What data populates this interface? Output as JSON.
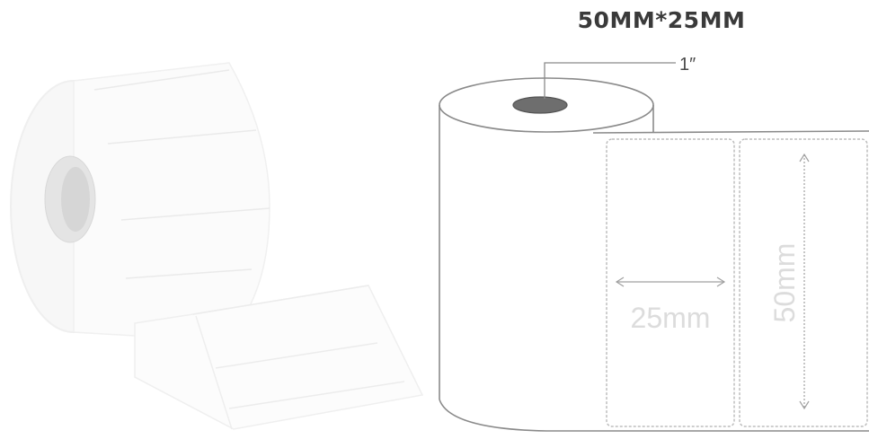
{
  "title": "50MM*25MM",
  "core_label": "1″",
  "width_label": "25mm",
  "height_label": "50mm",
  "colors": {
    "outline": "#8a8a8a",
    "core_fill": "#6e6e6e",
    "dim_text": "#d9d9d9",
    "roll_shadow": "#eeeeee"
  }
}
